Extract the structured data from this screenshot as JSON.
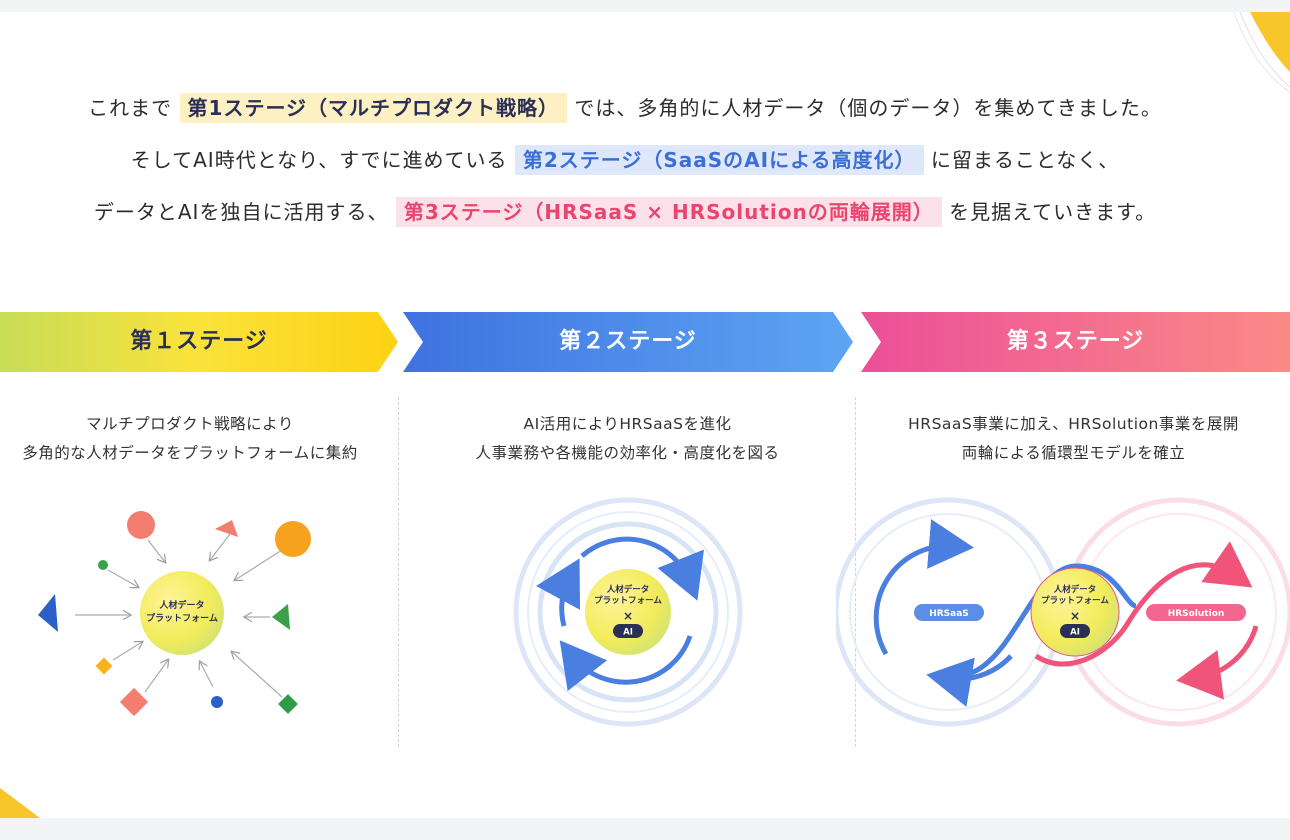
{
  "intro": {
    "line1": {
      "before": "これまで",
      "highlight": "第1ステージ（マルチプロダクト戦略）",
      "after": "では、多角的に人材データ（個のデータ）を集めてきました。"
    },
    "line2": {
      "before": "そしてAI時代となり、すでに進めている",
      "highlight": "第2ステージ（SaaSのAIによる高度化）",
      "after": "に留まることなく、"
    },
    "line3": {
      "before": "データとAIを独自に活用する、",
      "highlight": "第3ステージ（HRSaaS × HRSolutionの両輪展開）",
      "after": "を見据えていきます。"
    }
  },
  "stages": [
    {
      "title": "第１ステージ",
      "desc": [
        "マルチプロダクト戦略により",
        "多角的な人材データをプラットフォームに集約"
      ]
    },
    {
      "title": "第２ステージ",
      "desc": [
        "AI活用によりHRSaaSを進化",
        "人事業務や各機能の効率化・高度化を図る"
      ]
    },
    {
      "title": "第３ステージ",
      "desc": [
        "HRSaaS事業に加え、HRSolution事業を展開",
        "両輪による循環型モデルを確立"
      ]
    }
  ],
  "diagram1": {
    "center": [
      "人材データ",
      "プラットフォーム"
    ]
  },
  "diagram2": {
    "center": [
      "人材データ",
      "プラットフォーム"
    ],
    "times": "×",
    "ai": "AI"
  },
  "diagram3": {
    "center": [
      "人材データ",
      "プラットフォーム"
    ],
    "times": "×",
    "ai": "AI",
    "left_label": "HRSaaS",
    "right_label": "HRSolution"
  },
  "colors": {
    "yellow": "#fde047",
    "blue": "#4a7fe0",
    "pink": "#f1547a",
    "navy": "#2a2f55"
  }
}
